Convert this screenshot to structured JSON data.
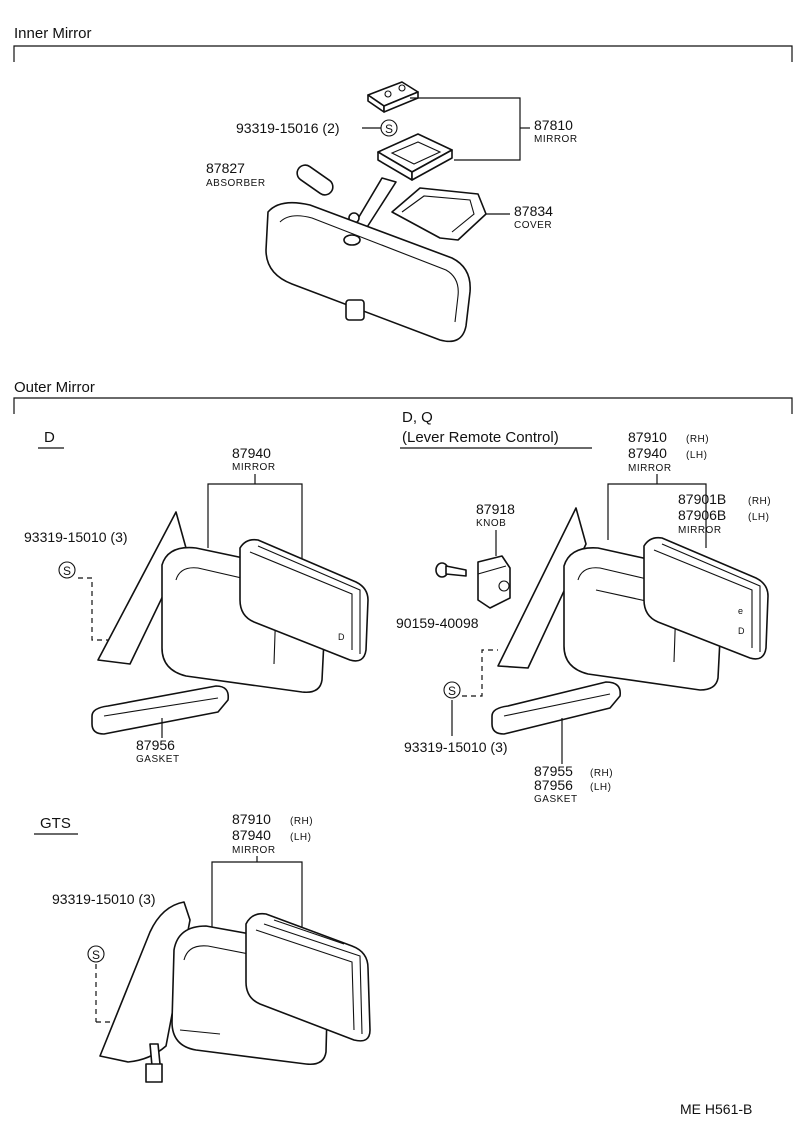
{
  "sections": {
    "inner": {
      "title": "Inner Mirror",
      "callouts": {
        "screw": "93319-15016 (2)",
        "mirror_no": "87810",
        "mirror_name": "MIRROR",
        "absorber_no": "87827",
        "absorber_name": "ABSORBER",
        "cover_no": "87834",
        "cover_name": "COVER"
      }
    },
    "outer": {
      "title": "Outer Mirror",
      "d": {
        "label": "D",
        "mirror_no": "87940",
        "mirror_name": "MIRROR",
        "screw": "93319-15010 (3)",
        "gasket_no": "87956",
        "gasket_name": "GASKET"
      },
      "dq": {
        "label": "D, Q",
        "sublabel": "(Lever Remote Control)",
        "mirror_rh": "87910",
        "mirror_lh": "87940",
        "mirror_name": "MIRROR",
        "knob_no": "87918",
        "knob_name": "KNOB",
        "glass_rh": "87901B",
        "glass_lh": "87906B",
        "glass_name": "MIRROR",
        "bolt": "90159-40098",
        "screw": "93319-15010 (3)",
        "gasket_rh": "87955",
        "gasket_lh": "87956",
        "gasket_name": "GASKET"
      },
      "gts": {
        "label": "GTS",
        "mirror_rh": "87910",
        "mirror_lh": "87940",
        "mirror_name": "MIRROR",
        "screw": "93319-15010 (3)"
      },
      "rh": "(RH)",
      "lh": "(LH)"
    }
  },
  "screw_symbol": "S",
  "footer": {
    "code": "ME  H561-B"
  }
}
